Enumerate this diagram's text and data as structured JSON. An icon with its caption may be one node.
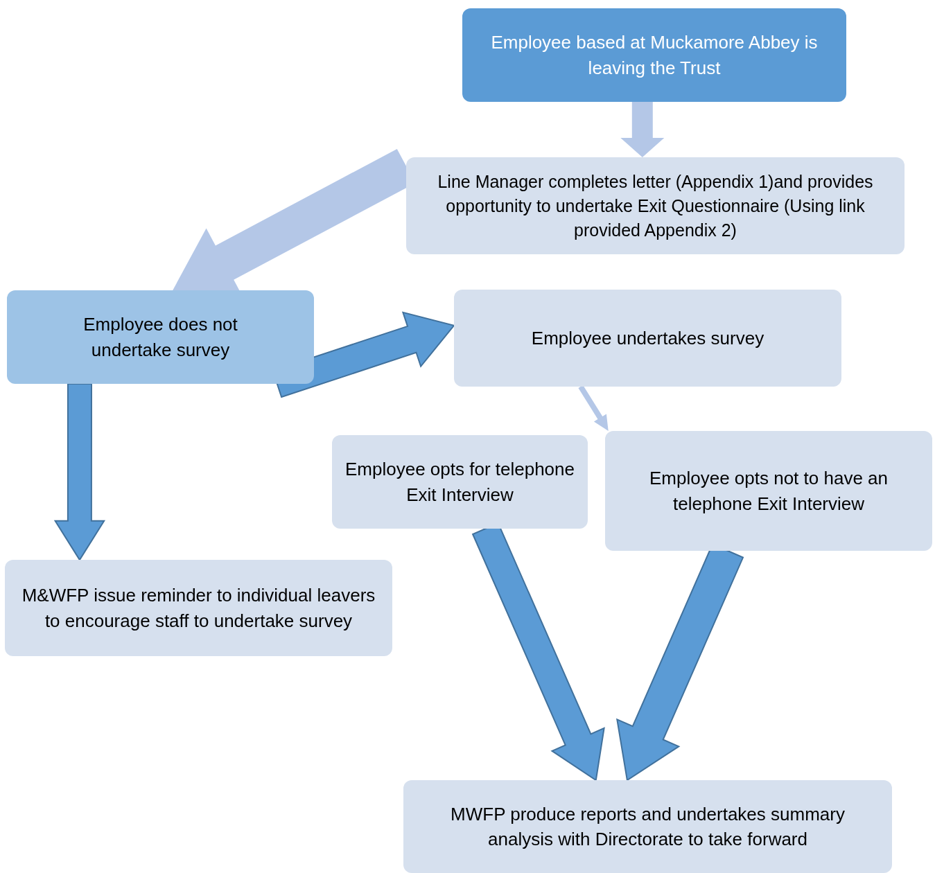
{
  "diagram": {
    "nodes": [
      {
        "text": [
          "Employee based at Muckamore Abbey is leaving the Trust"
        ]
      },
      {
        "text": [
          "Line Manager completes letter (Appendix 1)and provides opportunity to undertake Exit Questionnaire (Using link provided Appendix 2)"
        ]
      },
      {
        "text": [
          "Employee does not undertake survey"
        ]
      },
      {
        "text": [
          "Employee undertakes survey"
        ]
      },
      {
        "text": [
          "Employee opts for telephone Exit Interview"
        ]
      },
      {
        "text": [
          "Employee opts not to have an telephone Exit Interview"
        ]
      },
      {
        "text": [
          "M&WFP issue reminder to individual leavers to encourage staff to undertake survey"
        ]
      },
      {
        "text": [
          "MWFP produce reports and undertakes summary analysis with Directorate to take forward"
        ]
      }
    ],
    "edges": [
      {
        "from": 0,
        "to": 1,
        "arrow": "to",
        "color": "#b4c7e7"
      },
      {
        "from": 1,
        "to": 2,
        "arrow": "to",
        "color": "#b4c7e7"
      },
      {
        "from": 2,
        "to": 6,
        "arrow": "to"
      },
      {
        "from": 2,
        "to": 3,
        "arrow": "to"
      },
      {
        "from": 3,
        "to": 5,
        "arrow": "to",
        "color": "#b4c7e7"
      },
      {
        "from": 4,
        "to": 7,
        "arrow": "to"
      },
      {
        "from": 5,
        "to": 7,
        "arrow": "to"
      }
    ]
  }
}
